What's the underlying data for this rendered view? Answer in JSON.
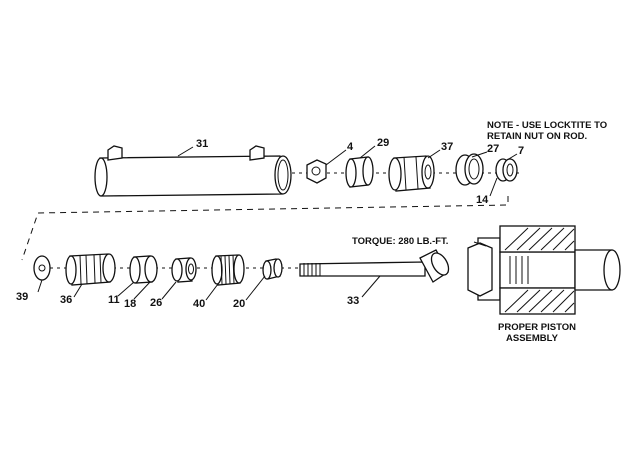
{
  "labels": {
    "p31": "31",
    "p4": "4",
    "p29": "29",
    "p37": "37",
    "p27": "27",
    "p7": "7",
    "p14": "14",
    "p39": "39",
    "p36": "36",
    "p11": "11",
    "p18": "18",
    "p26": "26",
    "p40": "40",
    "p20": "20",
    "p33": "33"
  },
  "note": {
    "line1": "NOTE - USE LOCKTITE TO",
    "line2": "RETAIN NUT ON ROD."
  },
  "torque": "TORQUE: 280 LB.-FT.",
  "caption": {
    "line1": "PROPER PISTON",
    "line2": "ASSEMBLY"
  }
}
